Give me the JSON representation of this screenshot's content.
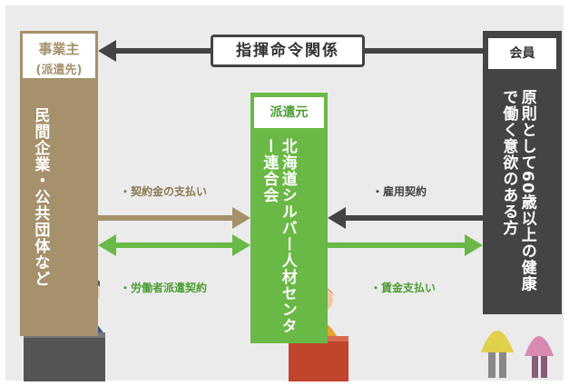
{
  "nodes": {
    "left": {
      "title_line1": "事業主",
      "title_line2": "(派遣先)",
      "body": "民間企業・公共団体など"
    },
    "center": {
      "title": "派遣元",
      "body": "北海道シルバー人材センター連合会"
    },
    "right": {
      "title": "会員",
      "body": "原則として60歳以上の健康で働く意欲のある方"
    }
  },
  "relations": {
    "top": "指揮命令関係",
    "contract_fee": "・契約金の支払い",
    "dispatch_contract": "・労働者派遣契約",
    "employment_contract": "・雇用契約",
    "wage_payment": "・賃金支払い"
  },
  "colors": {
    "brown": "#a5916b",
    "green": "#6ab845",
    "dark": "#444444",
    "background": "#ebebeb"
  }
}
